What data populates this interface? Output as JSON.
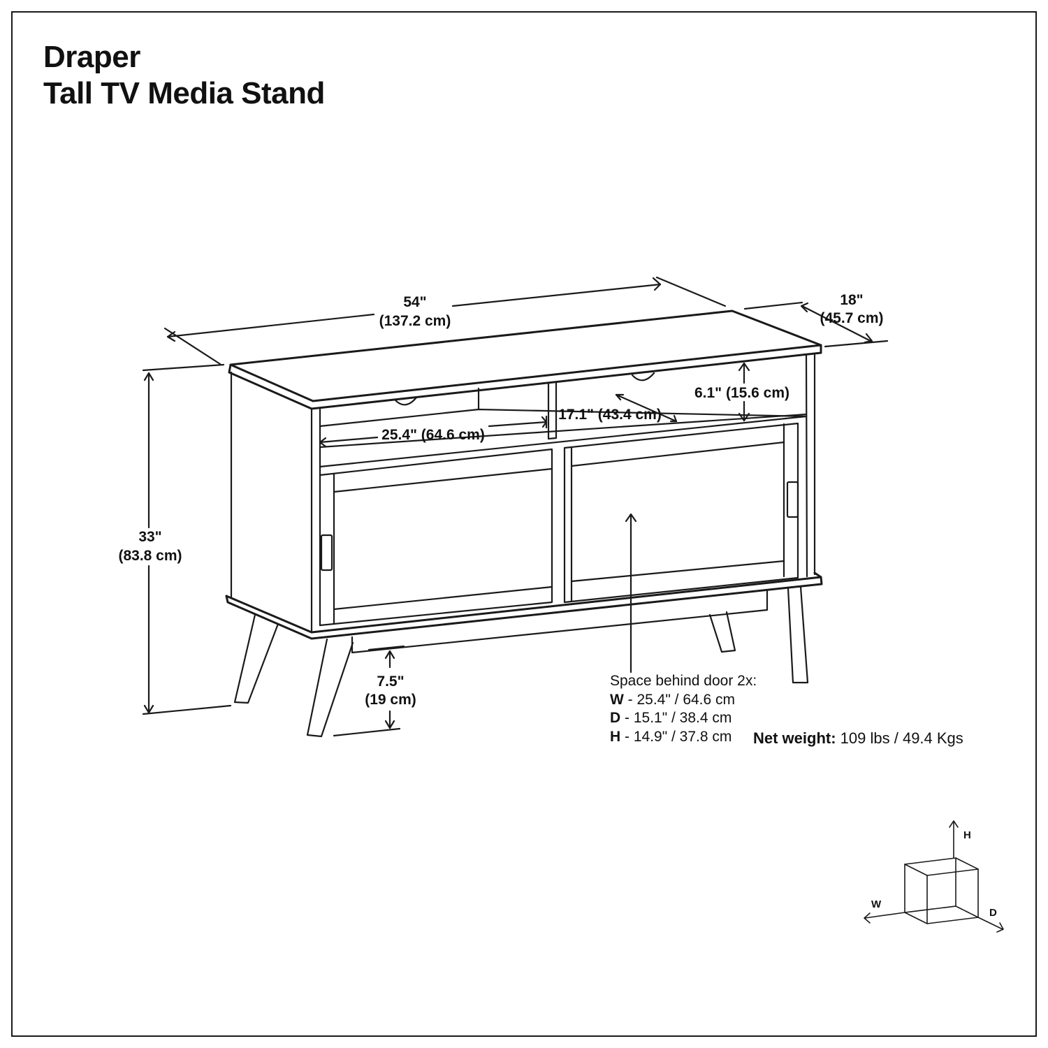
{
  "title": {
    "line1": "Draper",
    "line2": "Tall TV Media Stand"
  },
  "dimensions": {
    "width": {
      "in": "54\"",
      "cm": "(137.2 cm)"
    },
    "depth": {
      "in": "18\"",
      "cm": "(45.7 cm)"
    },
    "height": {
      "in": "33\"",
      "cm": "(83.8 cm)"
    },
    "leg_height": {
      "in": "7.5\"",
      "cm": "(19 cm)"
    },
    "shelf_opening_height": "6.1\" (15.6 cm)",
    "shelf_depth": "17.1\" (43.4 cm)",
    "shelf_width": "25.4\" (64.6 cm)"
  },
  "space_behind_door": {
    "heading": "Space behind door 2x:",
    "rows": [
      {
        "key": "W",
        "value": " - 25.4\" / 64.6 cm"
      },
      {
        "key": "D",
        "value": " - 15.1\" / 38.4 cm"
      },
      {
        "key": "H",
        "value": " - 14.9\" / 37.8 cm"
      }
    ]
  },
  "axis_legend": {
    "h": "H",
    "w": "W",
    "d": "D"
  },
  "net_weight": {
    "label": "Net weight:",
    "value": " 109 lbs / 49.4 Kgs"
  }
}
